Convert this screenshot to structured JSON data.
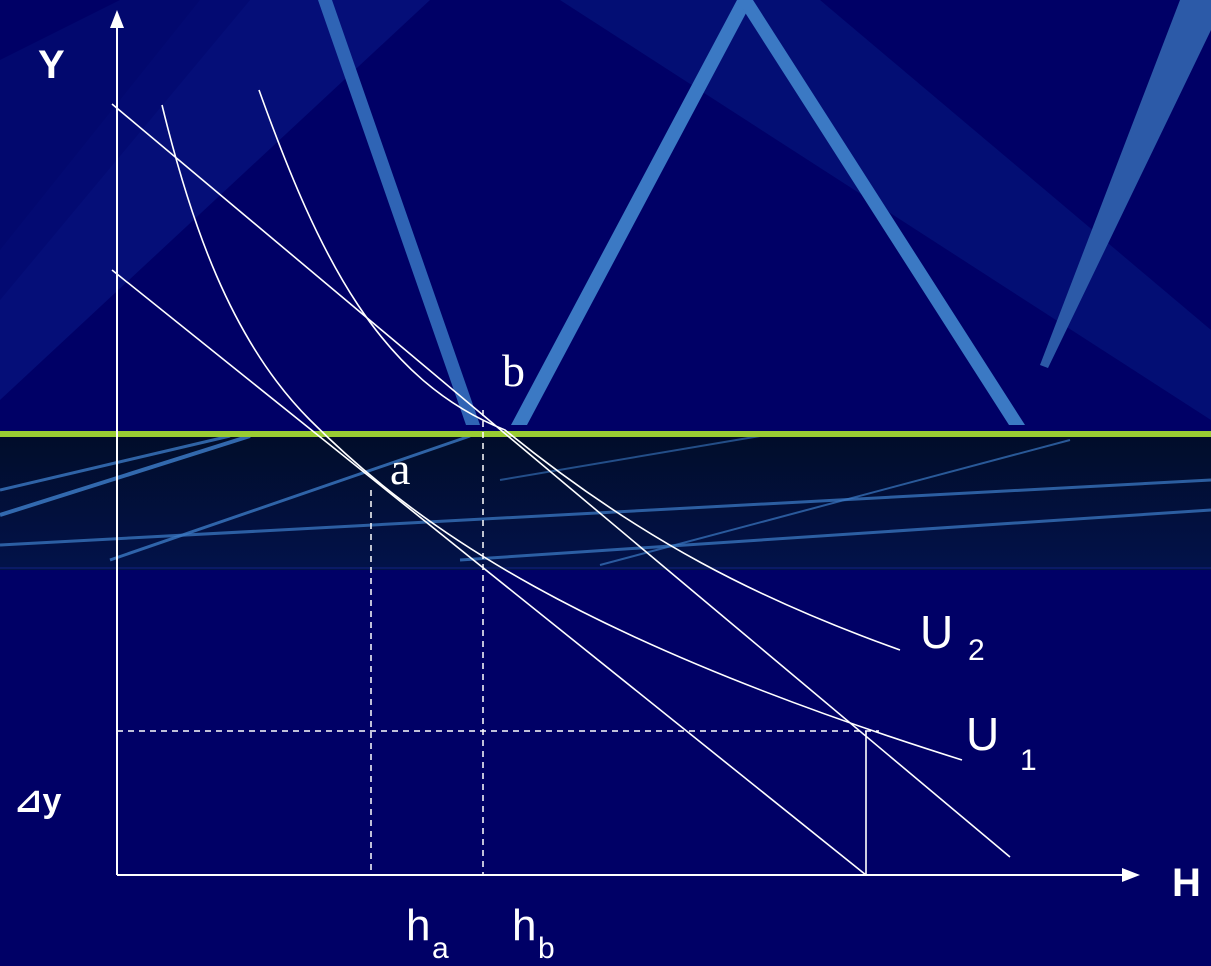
{
  "slide": {
    "background_color": "#000066",
    "accent_line_color": "#99cc33",
    "stripe_color": "#3a78c0"
  },
  "diagram": {
    "y_axis_label": "Y",
    "x_axis_label": "H",
    "point_a_label": "a",
    "point_b_label": "b",
    "curve_u2_label": "U",
    "curve_u2_subscript": "2",
    "curve_u1_label": "U",
    "curve_u1_subscript": "1",
    "delta_y_label": "⊿y",
    "ha_label": "h",
    "ha_subscript": "a",
    "hb_label": "h",
    "hb_subscript": "b"
  }
}
